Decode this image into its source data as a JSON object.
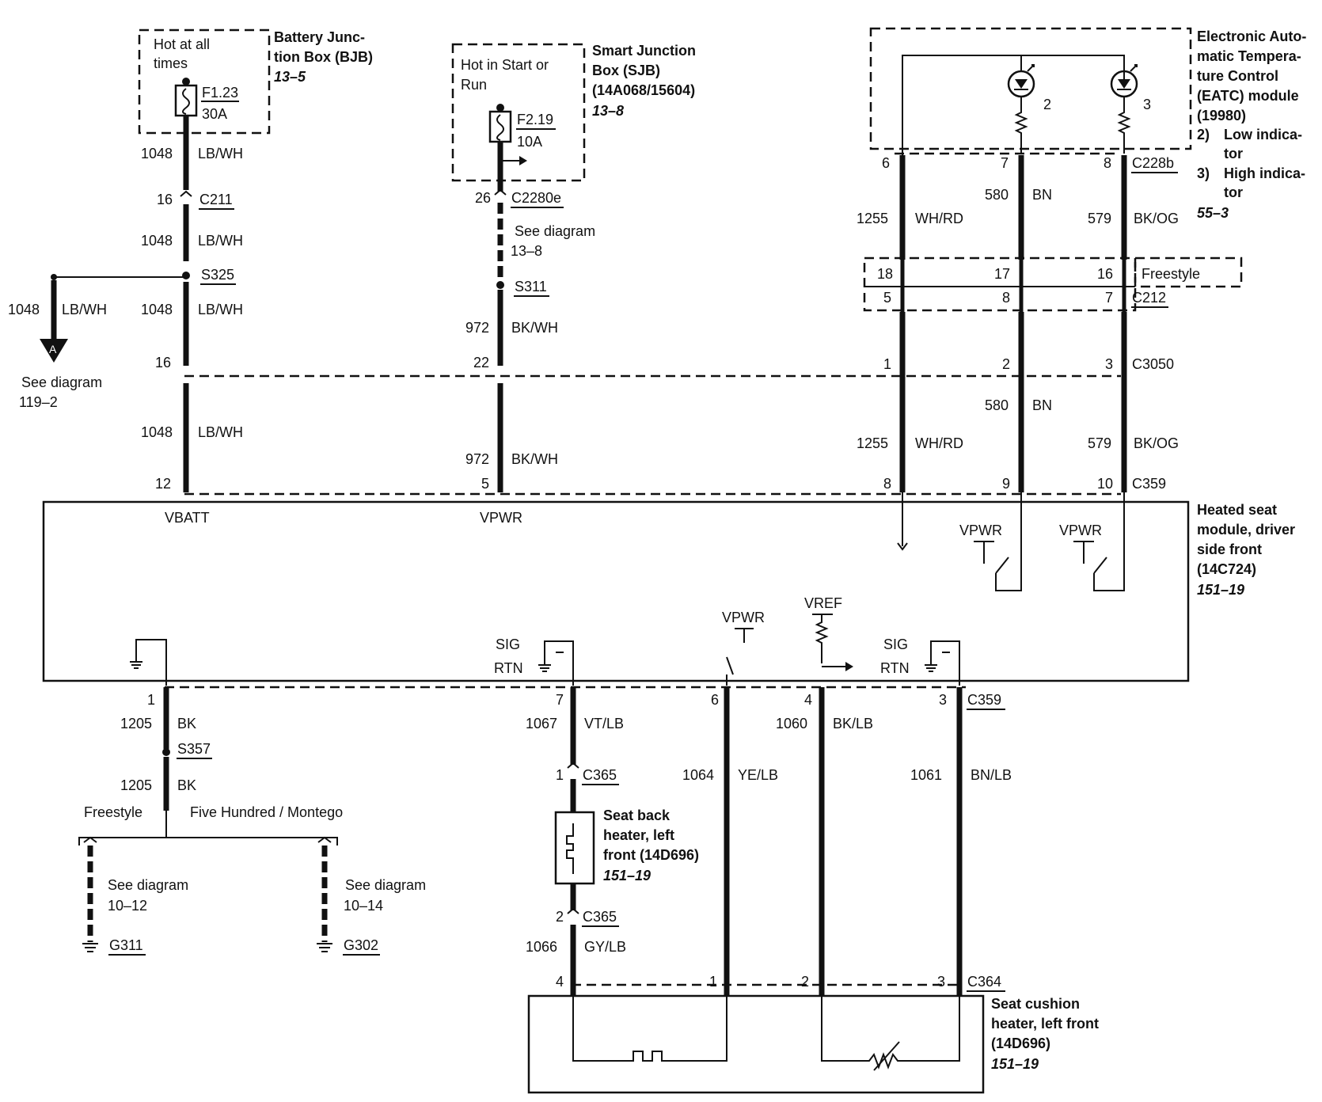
{
  "components": {
    "bjb": {
      "note1": "Hot at all",
      "note2": "times",
      "fuse": "F1.23",
      "amps": "30A",
      "title1": "Battery Junc-",
      "title2": "tion Box (BJB)",
      "ref": "13–5"
    },
    "sjb": {
      "note1": "Hot in Start or",
      "note2": "Run",
      "fuse": "F2.19",
      "amps": "10A",
      "title1": "Smart Junction",
      "title2": "Box (SJB)",
      "title3": "(14A068/15604)",
      "ref": "13–8"
    },
    "eatc": {
      "title1": "Electronic Auto-",
      "title2": "matic Tempera-",
      "title3": "ture Control",
      "title4": "(EATC) module",
      "title5": "(19980)",
      "item2n": "2)",
      "item2a": "Low indica-",
      "item2b": "tor",
      "item3n": "3)",
      "item3a": "High indica-",
      "item3b": "tor",
      "ref": "55–3",
      "led2": "2",
      "led3": "3"
    },
    "hsm": {
      "title1": "Heated seat",
      "title2": "module, driver",
      "title3": "side front",
      "title4": "(14C724)",
      "ref": "151–19",
      "vbatt": "VBATT",
      "vpwr": "VPWR",
      "vpwr_sw1": "VPWR",
      "vpwr_sw2": "VPWR",
      "sig1": "SIG",
      "rtn1": "RTN",
      "vpwr_b": "VPWR",
      "vref": "VREF",
      "sig2": "SIG",
      "rtn2": "RTN"
    },
    "seatback": {
      "title1": "Seat back",
      "title2": "heater, left",
      "title3": "front (14D696)",
      "ref": "151–19"
    },
    "cushion": {
      "title1": "Seat cushion",
      "title2": "heater, left front",
      "title3": "(14D696)",
      "ref": "151–19"
    }
  },
  "wires": {
    "w1048a": "1048",
    "c1048a": "LB/WH",
    "w1048b": "1048",
    "c1048b": "LB/WH",
    "w1048c": "1048",
    "c1048c": "LB/WH",
    "w1048d": "1048",
    "c1048d": "LB/WH",
    "w1048e": "1048",
    "c1048e": "LB/WH",
    "w972a": "972",
    "c972a": "BK/WH",
    "w972b": "972",
    "c972b": "BK/WH",
    "w580a": "580",
    "c580a": "BN",
    "w580b": "580",
    "c580b": "BN",
    "w1255a": "1255",
    "c1255a": "WH/RD",
    "w1255b": "1255",
    "c1255b": "WH/RD",
    "w579a": "579",
    "c579a": "BK/OG",
    "w579b": "579",
    "c579b": "BK/OG",
    "w1205a": "1205",
    "c1205a": "BK",
    "w1205b": "1205",
    "c1205b": "BK",
    "w1067": "1067",
    "c1067": "VT/LB",
    "w1066": "1066",
    "c1066": "GY/LB",
    "w1064": "1064",
    "c1064": "YE/LB",
    "w1060": "1060",
    "c1060": "BK/LB",
    "w1061": "1061",
    "c1061": "BN/LB"
  },
  "connectors": {
    "c211": "C211",
    "s325": "S325",
    "c2280e": "C2280e",
    "s311": "S311",
    "c228b": "C228b",
    "c212": "C212",
    "freestyle_box": "Freestyle",
    "c3050": "C3050",
    "c359a": "C359",
    "c359b": "C359",
    "s357": "S357",
    "c365a": "C365",
    "c365b": "C365",
    "c364": "C364",
    "g311": "G311",
    "g302": "G302"
  },
  "pins": {
    "p16a": "16",
    "p16b": "16",
    "p12": "12",
    "p26": "26",
    "p22": "22",
    "p5a": "5",
    "p6": "6",
    "p7a": "7",
    "p8a": "8",
    "p18": "18",
    "p17": "17",
    "p16c": "16",
    "p5b": "5",
    "p8b": "8",
    "p7b": "7",
    "p1a": "1",
    "p2a": "2",
    "p3a": "3",
    "p8c": "8",
    "p9": "9",
    "p10": "10",
    "p1b": "1",
    "p7c": "7",
    "p6b": "6",
    "p4a": "4",
    "p3b": "3",
    "p1c": "1",
    "p2b": "2",
    "p4b": "4",
    "p1d": "1",
    "p2c": "2",
    "p3c": "3"
  },
  "notes": {
    "see119_1": "See diagram",
    "see119_2": "119–2",
    "arrowA": "A",
    "see13_1": "See diagram",
    "see13_2": "13–8",
    "freestyle": "Freestyle",
    "fivehundred": "Five Hundred / Montego",
    "see1012_1": "See diagram",
    "see1012_2": "10–12",
    "see1014_1": "See diagram",
    "see1014_2": "10–14"
  }
}
